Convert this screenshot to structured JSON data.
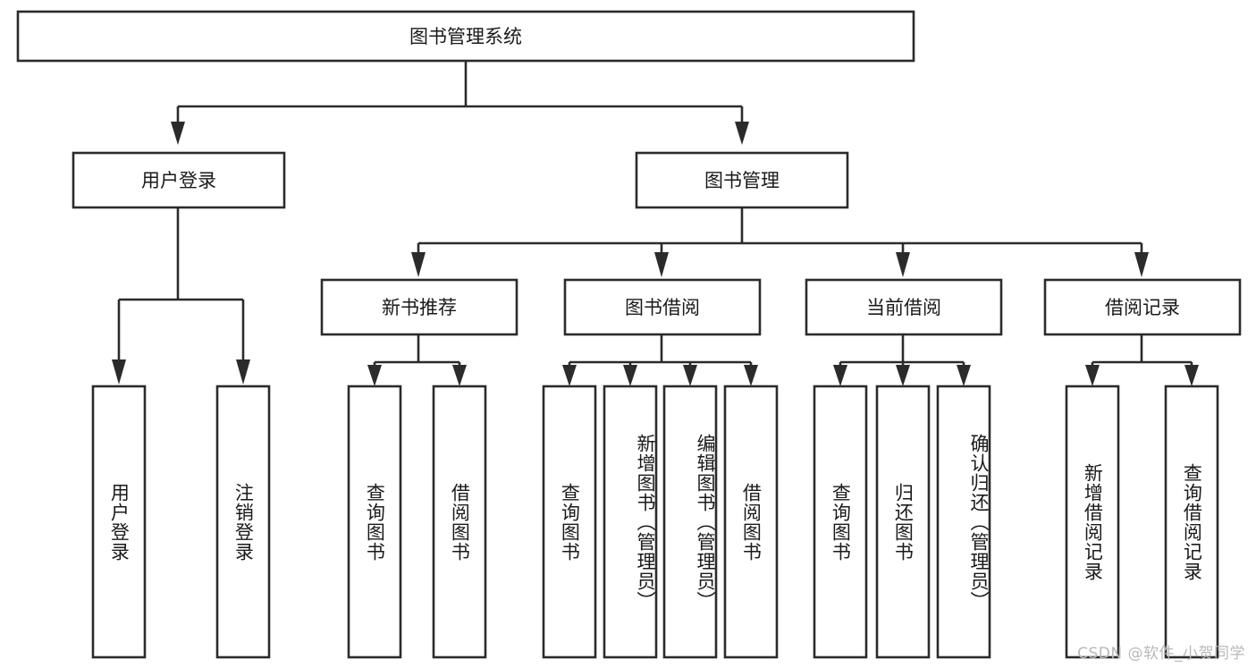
{
  "diagram": {
    "type": "tree-hierarchy",
    "title": "图书管理系统",
    "watermark": "CSDN @软件_小贺同学",
    "colors": {
      "background": "#ffffff",
      "stroke": "#2b2b2b",
      "box_fill": "#ffffff",
      "text": "#1a1a1a",
      "watermark": "#b9b9b9"
    },
    "nodes": {
      "root": {
        "label": "图书管理系统",
        "orientation": "horizontal"
      },
      "level2": [
        {
          "label": "用户登录",
          "orientation": "horizontal"
        },
        {
          "label": "图书管理",
          "orientation": "horizontal"
        }
      ],
      "level3": [
        {
          "label": "新书推荐",
          "orientation": "horizontal"
        },
        {
          "label": "图书借阅",
          "orientation": "horizontal"
        },
        {
          "label": "当前借阅",
          "orientation": "horizontal"
        },
        {
          "label": "借阅记录",
          "orientation": "horizontal"
        }
      ],
      "leaves": {
        "user_login": [
          {
            "label": "用户登录",
            "orientation": "vertical"
          },
          {
            "label": "注销登录",
            "orientation": "vertical"
          }
        ],
        "new_book_recommend": [
          {
            "label": "查询图书",
            "orientation": "vertical"
          },
          {
            "label": "借阅图书",
            "orientation": "vertical"
          }
        ],
        "book_borrow": [
          {
            "label": "查询图书",
            "orientation": "vertical"
          },
          {
            "label": "新增图书（管理员）",
            "orientation": "vertical"
          },
          {
            "label": "编辑图书（管理员）",
            "orientation": "vertical"
          },
          {
            "label": "借阅图书",
            "orientation": "vertical"
          }
        ],
        "current_borrow": [
          {
            "label": "查询图书",
            "orientation": "vertical"
          },
          {
            "label": "归还图书",
            "orientation": "vertical"
          },
          {
            "label": "确认归还（管理员）",
            "orientation": "vertical"
          }
        ],
        "borrow_record": [
          {
            "label": "新增借阅记录",
            "orientation": "vertical"
          },
          {
            "label": "查询借阅记录",
            "orientation": "vertical"
          }
        ]
      }
    }
  }
}
